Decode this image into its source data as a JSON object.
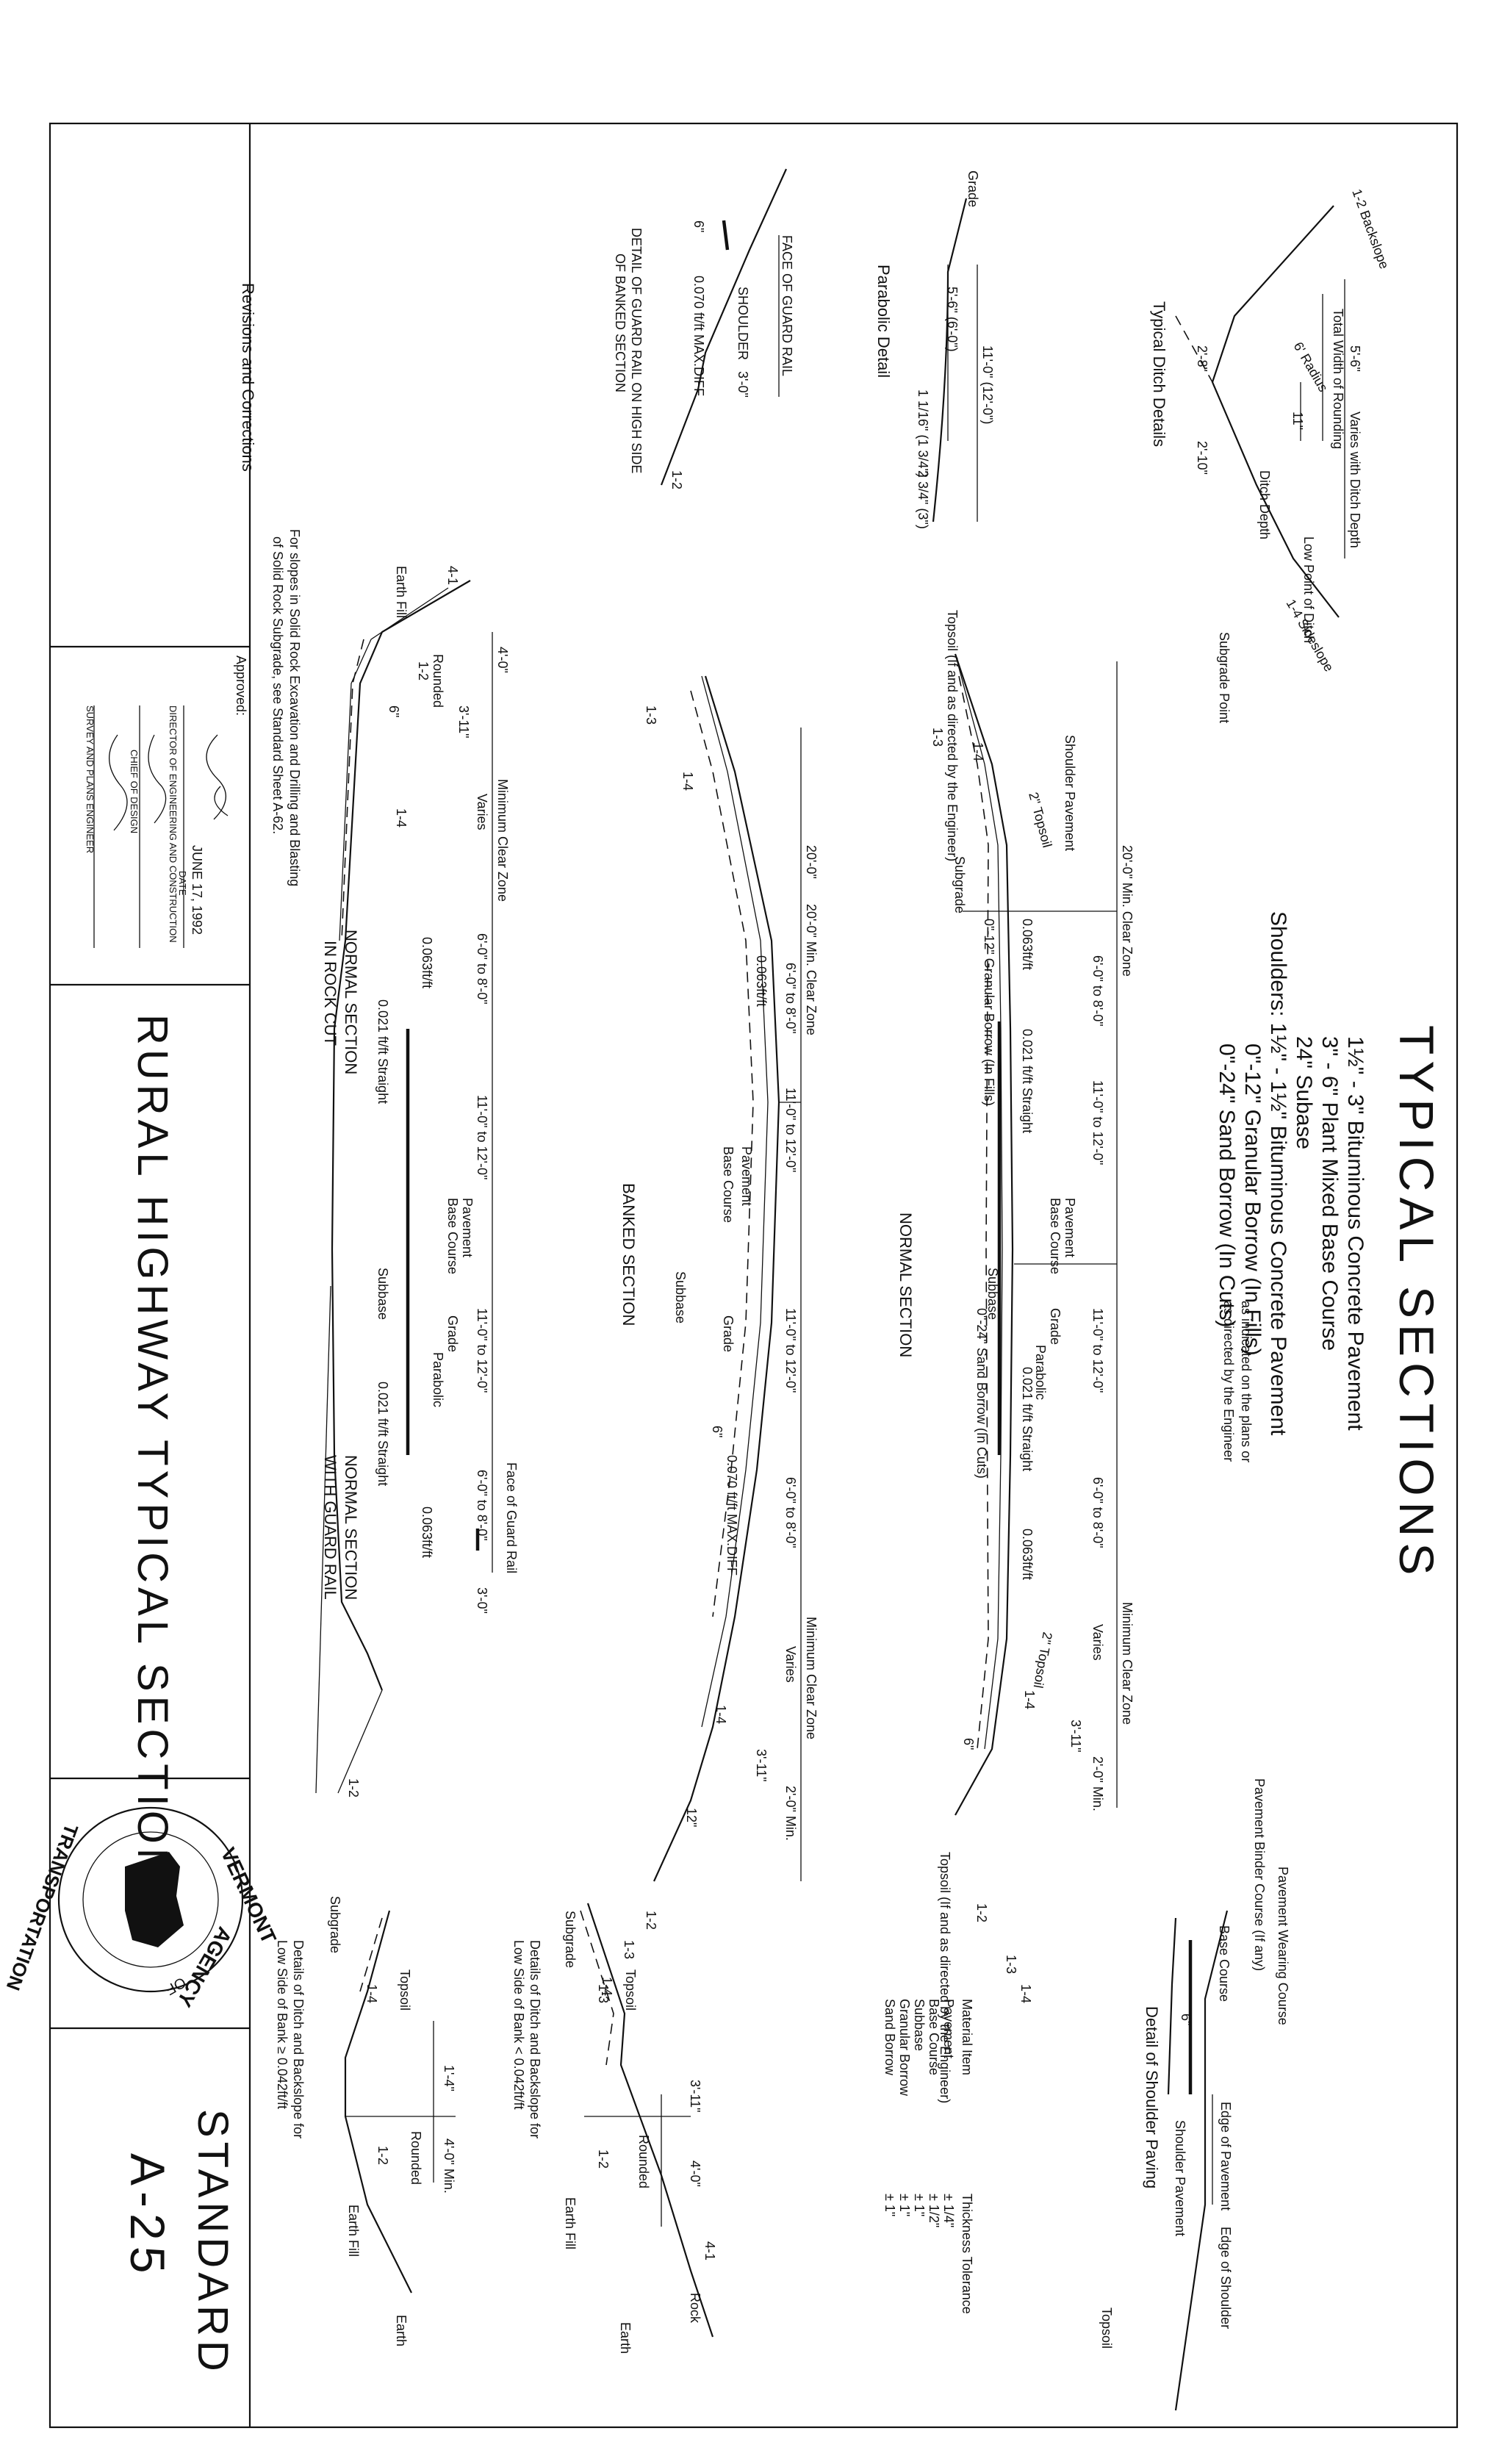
{
  "sheet": {
    "title": "RURAL HIGHWAY TYPICAL SECTIONS",
    "standard_label": "STANDARD",
    "standard_number": "A-25",
    "main_heading": "TYPICAL SECTIONS",
    "revisions_label": "Revisions and Corrections",
    "approved_label": "Approved:",
    "approval_date": "JUNE 17, 1992",
    "date_label": "DATE",
    "signatory_1": "DIRECTOR OF ENGINEERING AND CONSTRUCTION",
    "signatory_2": "CHIEF OF DESIGN",
    "signatory_3": "SURVEY AND PLANS ENGINEER",
    "agency_top": "VERMONT",
    "agency_side": "AGENCY",
    "agency_of": "OF",
    "agency_bottom": "TRANSPORTATION"
  },
  "materials": {
    "line_1": "1½\" - 3\" Bituminous Concrete Pavement",
    "line_2": "3\" - 6\" Plant Mixed Base Course",
    "line_3": "24\" Subase",
    "line_4": "Shoulders: 1½\" - 1½\" Bituminous Concrete Pavement",
    "line_5": "0\"-12\" Granular Borrow (In Fills)",
    "line_6": "0\"-24\" Sand Borrow (In Cuts)",
    "note_1": "as indicated on the plans or",
    "note_2": "as directed by the Engineer"
  },
  "sections": {
    "normal": "NORMAL SECTION",
    "banked": "BANKED SECTION",
    "rock_cut_1": "NORMAL SECTION",
    "rock_cut_2": "IN ROCK CUT",
    "guard_rail_1": "NORMAL SECTION",
    "guard_rail_2": "WITH GUARD RAIL"
  },
  "details": {
    "ditch": "Typical Ditch Details",
    "parabolic": "Parabolic Detail",
    "guard_rail_detail_1": "DETAIL OF GUARD RAIL ON HIGH SIDE",
    "guard_rail_detail_2": "OF BANKED SECTION",
    "shoulder_paving": "Detail of Shoulder Paving",
    "ditch_high_1": "Details of Ditch and Backslope for",
    "ditch_high_2": "Low Side of Bank < 0.042ft/ft",
    "ditch_low_1": "Details of Ditch and Backslope for",
    "ditch_low_2": "Low Side of Bank ≥ 0.042ft/ft"
  },
  "labels": {
    "min_clear_zone": "Minimum Clear Zone",
    "min_clear_zone_20": "20'-0\" Min. Clear Zone",
    "varies": "Varies",
    "shoulder_range": "6'-0\" to 8'-0\"",
    "lane_range": "11'-0\" to 12'-0\"",
    "pavement": "Pavement",
    "base_course": "Base Course",
    "subbase": "Subbase",
    "grade": "Grade",
    "parabolic_label": "Parabolic",
    "subgrade": "Subgrade",
    "topsoil_2in": "2\" Topsoil",
    "topsoil_engineer": "Topsoil (If and as directed by the Engineer)",
    "shoulder_pavement": "Shoulder Pavement",
    "cross_slope_shoulder": "0.063ft/ft",
    "cross_slope_lane": "0.021 ft/ft Straight",
    "granular_borrow": "0\"-12\" Granular Borrow (In Fills)",
    "sand_borrow": "0\"-24\" Sand Borrow (In Cuts)",
    "max_diff": "0.070 ft/ft MAX.DIFF",
    "face_of_guard_rail": "Face of Guard Rail",
    "face_of_guard_rail_caps": "FACE OF GUARD RAIL",
    "shoulder_caps": "SHOULDER",
    "rounded": "Rounded",
    "earth_fill": "Earth Fill",
    "earth": "Earth",
    "rock": "Rock",
    "topsoil": "Topsoil",
    "rock_cut_note_1": "For slopes in Solid Rock Excavation and Drilling and Blasting",
    "rock_cut_note_2": "of Solid Rock Subgrade, see Standard Sheet A-62.",
    "varies_with_ditch_depth": "Varies with Ditch Depth",
    "total_width_rounding": "Total Width of Rounding",
    "backslope": "1-2 Backslope",
    "sideslope": "1-4 Sideslope",
    "low_point_ditch": "Low Point of Ditch",
    "ditch_depth": "Ditch Depth",
    "subgrade_point": "Subgrade Point",
    "radius": "6' Radius",
    "grade_short": "Grade",
    "edge_of_pavement": "Edge of Pavement",
    "edge_of_shoulder": "Edge of Shoulder",
    "pavement_wearing": "Pavement Wearing Course",
    "pavement_binder": "Pavement Binder Course (If any)",
    "shoulder_pavement_detail": "Shoulder Pavement"
  },
  "dims": {
    "d_20_0": "20'-0\"",
    "d_6_0": "6'-0\"",
    "d_4_0": "4'-0\"",
    "d_3_11": "3'-11\"",
    "d_3_0": "3'-0\"",
    "d_2_0_min": "2'-0\" Min.",
    "d_4_0_min": "4'-0\" Min.",
    "d_1_4": "1'-4\"",
    "d_2_8": "2'-8\"",
    "d_2_10": "2'-10\"",
    "d_5_6": "5'-6\"",
    "d_5_6b": "5'-6\" (6'-0\")",
    "d_11_0": "11'-0\" (12'-0\")",
    "d_11in": "11\"",
    "d_1_7": "1 1/16\" (1 3/4\")",
    "d_2_3": "2 3/4\" (3\")",
    "d_6in": "6\"",
    "d_12in": "12\"",
    "s_1_2": "1-2",
    "s_1_3": "1-3",
    "s_1_4": "1-4",
    "s_4_1": "4-1",
    "s_1_2b": "1-2"
  },
  "tolerance": {
    "header_item": "Material Item",
    "header_tol": "Thickness Tolerance",
    "items": [
      "Pavement",
      "Base Course",
      "Subbase",
      "Granular Borrow",
      "Sand Borrow"
    ],
    "tols": [
      "± 1/4\"",
      "± 1/2\"",
      "± 1\"",
      "± 1\"",
      "± 1\""
    ]
  }
}
